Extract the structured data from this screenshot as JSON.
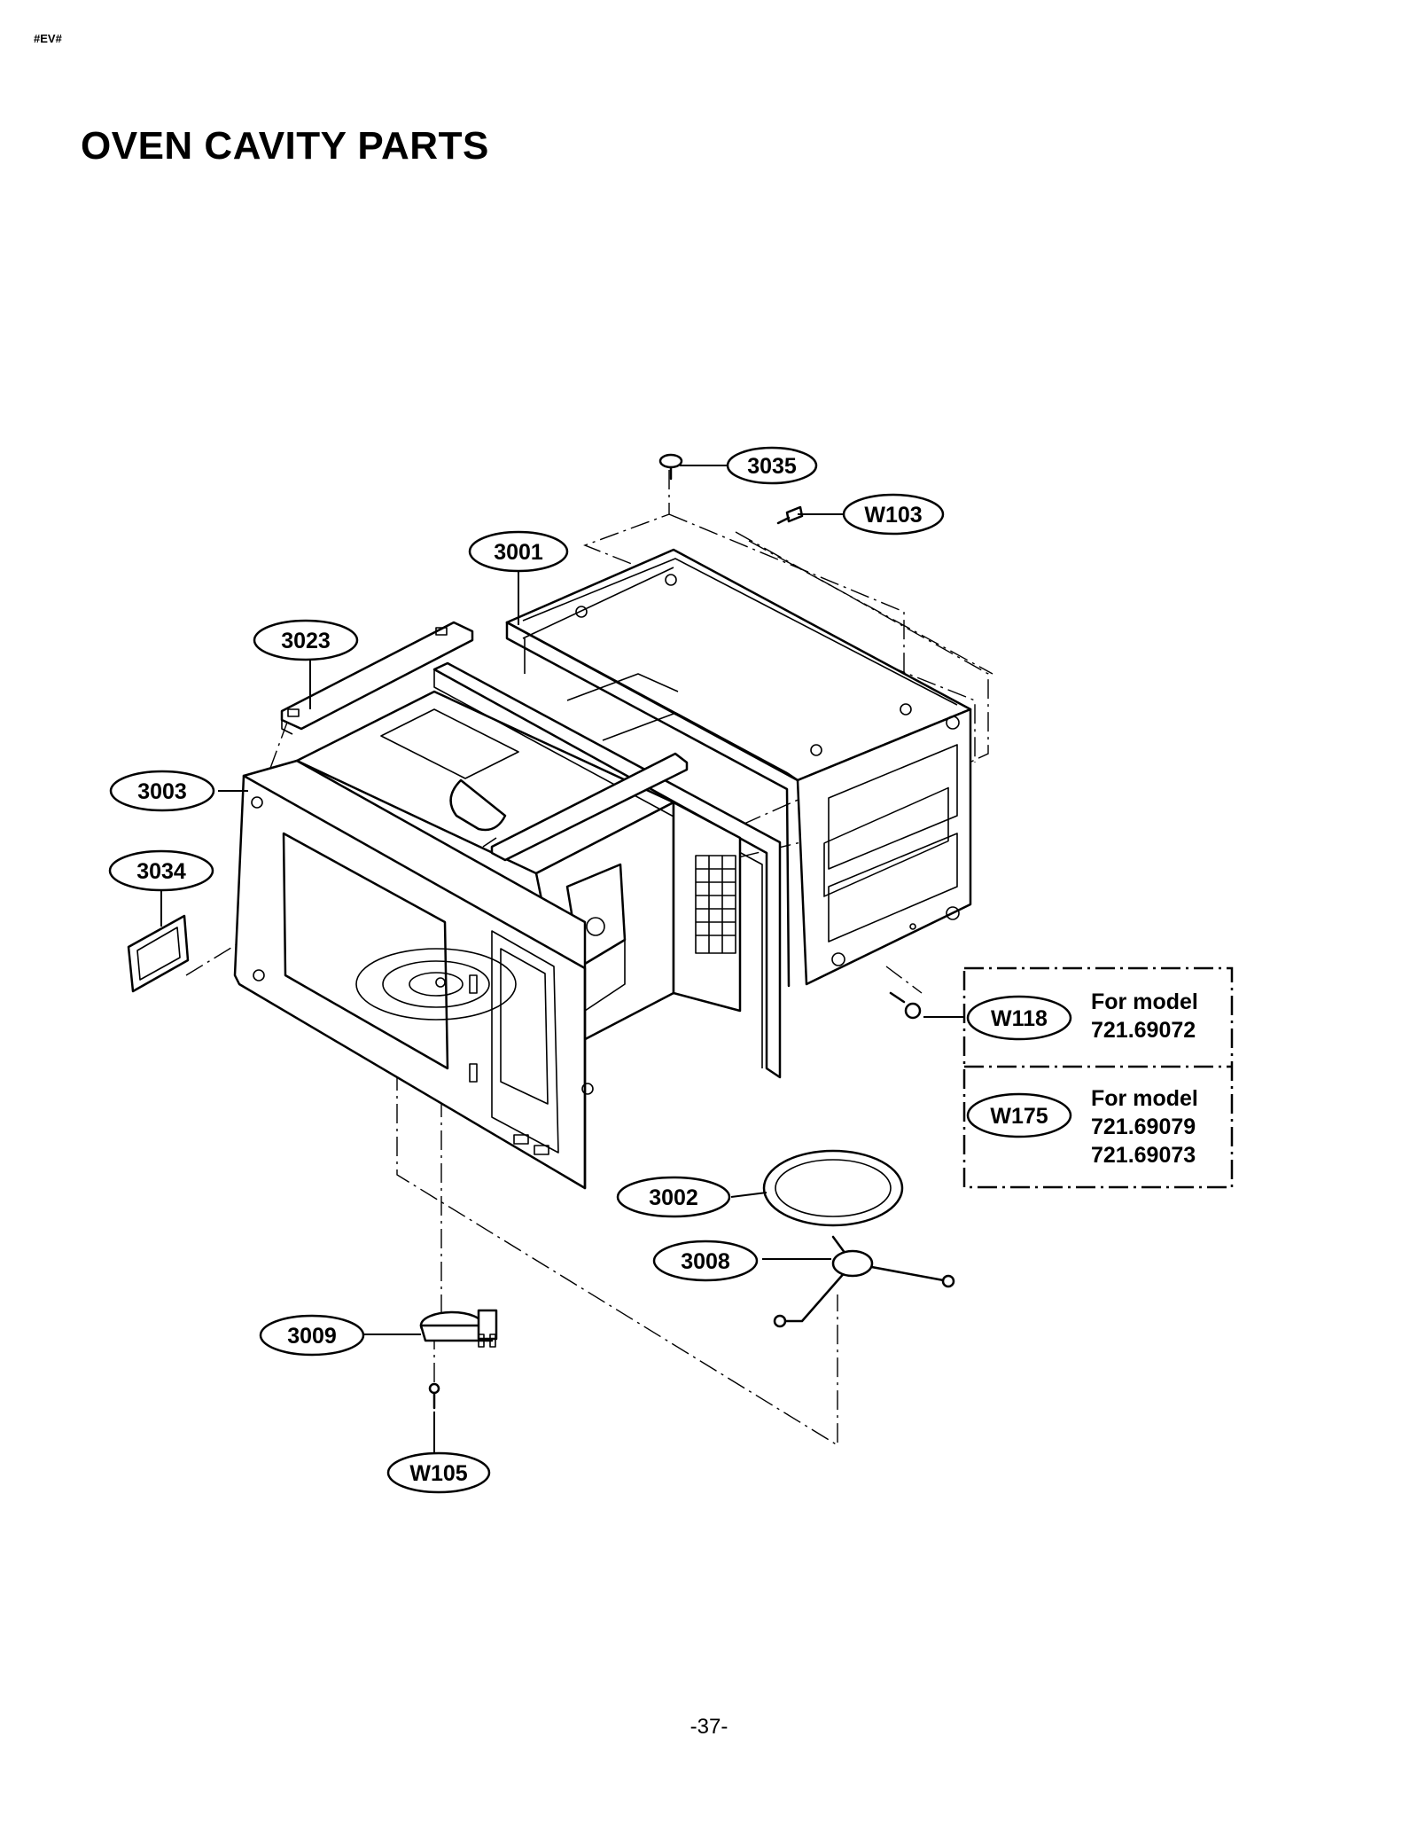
{
  "header": {
    "code": "#EV#"
  },
  "title": "OVEN CAVITY PARTS",
  "page_number": "-37-",
  "callouts": {
    "c3035": "3035",
    "cW103": "W103",
    "c3001": "3001",
    "c3023": "3023",
    "c3003": "3003",
    "c3034": "3034",
    "c3002": "3002",
    "c3008": "3008",
    "c3009": "3009",
    "cW105": "W105"
  },
  "model_box": {
    "rows": [
      {
        "part": "W118",
        "line1": "For model",
        "line2": "721.69072",
        "line3": ""
      },
      {
        "part": "W175",
        "line1": "For model",
        "line2": "721.69079",
        "line3": "721.69073"
      }
    ]
  }
}
